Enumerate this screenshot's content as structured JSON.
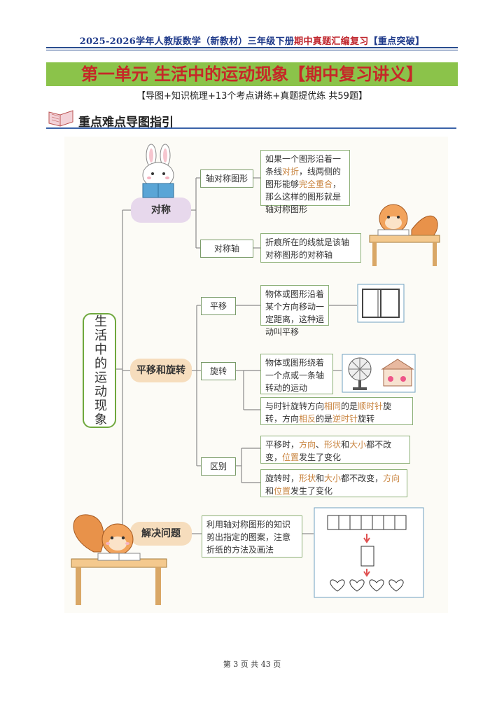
{
  "header": {
    "part1": "2025-2026学年人教版数学（新教材）三年级下册",
    "part2": "期中真题汇编复习",
    "part3": "【重点突破】"
  },
  "title": "第一单元  生活中的运动现象【期中复习讲义】",
  "subtitle": "【导图+知识梳理+13个考点讲练+真题提优练  共59题】",
  "section_title": "重点难点导图指引",
  "mindmap": {
    "root": "生活中的运动现象",
    "symmetry": {
      "label": "对称",
      "axis_figure": {
        "label": "轴对称图形",
        "def_parts": [
          "如果一个图形沿着一条线",
          "对折",
          "，线两侧的图形能够",
          "完全重合",
          "，那么这样的图形就是轴对称图形"
        ]
      },
      "axis": {
        "label": "对称轴",
        "def": "折痕所在的线就是该轴对称图形的对称轴"
      }
    },
    "motion": {
      "label": "平移和旋转",
      "translation": {
        "label": "平移",
        "def": "物体或图形沿着某个方向移动一定距离，这种运动叫平移"
      },
      "rotation": {
        "label": "旋转",
        "def": "物体或图形绕着一个点或一条轴转动的运动",
        "dir_parts": [
          "与时针旋转方向",
          "相同",
          "的是",
          "顺时针",
          "旋转，方向",
          "相反",
          "的是",
          "逆时针",
          "旋转"
        ]
      },
      "difference": {
        "label": "区别",
        "translate_parts": [
          "平移时，",
          "方向",
          "、",
          "形状",
          "和",
          "大小",
          "都不改变，",
          "位置",
          "发生了变化"
        ],
        "rotate_parts": [
          "旋转时，",
          "形状",
          "和",
          "大小",
          "都不改变，",
          "方向",
          "和",
          "位置",
          "发生了变化"
        ]
      }
    },
    "solve": {
      "label": "解决问题",
      "def": "利用轴对称图形的知识剪出指定的图案，注意折纸的方法及画法"
    }
  },
  "footer": "第 3 页 共 43 页",
  "colors": {
    "title_bg": "#8bc34a",
    "title_text": "#c62828",
    "highlight": "#c9843f",
    "header_blue": "#1f3a8a",
    "header_red": "#c0262d"
  }
}
